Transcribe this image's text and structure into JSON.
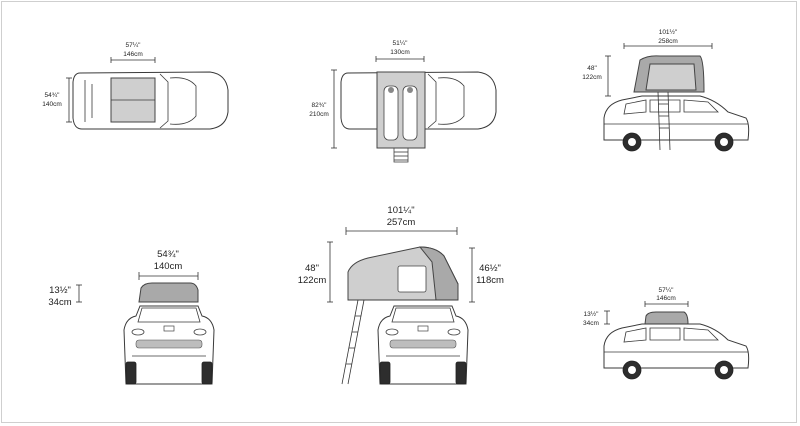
{
  "colors": {
    "line": "#333333",
    "tent": "#cfcfcf",
    "tent_dark": "#a9a9a9",
    "frame": "#cfcfcf"
  },
  "views": {
    "top_closed": {
      "width_in": "57¼\"",
      "width_cm": "146cm",
      "depth_in": "54¾\"",
      "depth_cm": "140cm"
    },
    "top_open": {
      "width_in": "51¼\"",
      "width_cm": "130cm",
      "length_in": "82¾\"",
      "length_cm": "210cm"
    },
    "side_open": {
      "length_in": "101½\"",
      "length_cm": "258cm",
      "height_in": "48\"",
      "height_cm": "122cm"
    },
    "front_closed": {
      "width_in": "54¾\"",
      "width_cm": "140cm",
      "height_in": "13½\"",
      "height_cm": "34cm"
    },
    "front_open": {
      "width_in": "101¼\"",
      "width_cm": "257cm",
      "height_left_in": "48\"",
      "height_left_cm": "122cm",
      "height_right_in": "46½\"",
      "height_right_cm": "118cm"
    },
    "side_closed": {
      "width_in": "57¼\"",
      "width_cm": "146cm",
      "height_in": "13½\"",
      "height_cm": "34cm"
    }
  }
}
